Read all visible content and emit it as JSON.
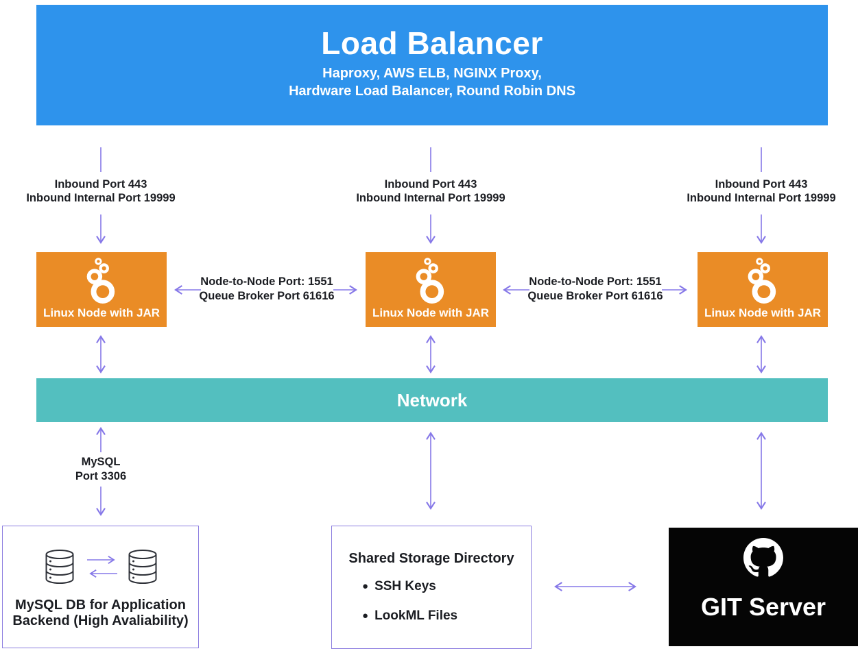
{
  "banner": {
    "title": "Load Balancer",
    "subtitle1": "Haproxy, AWS ELB, NGINX Proxy,",
    "subtitle2": "Hardware Load Balancer, Round Robin DNS"
  },
  "inbound": {
    "line1": "Inbound Port 443",
    "line2": "Inbound Internal Port 19999"
  },
  "node": {
    "label": "Linux Node with JAR"
  },
  "node_link": {
    "line1": "Node-to-Node Port: 1551",
    "line2": "Queue Broker Port 61616"
  },
  "network": {
    "label": "Network"
  },
  "mysql_link": {
    "line1": "MySQL",
    "line2": "Port 3306"
  },
  "mysql_box": {
    "line1": "MySQL DB for Application",
    "line2": "Backend (High Avaliability)"
  },
  "storage_box": {
    "title": "Shared Storage Directory",
    "bullet": "●",
    "items": [
      "SSH Keys",
      "LookML Files"
    ]
  },
  "git_box": {
    "label": "GIT Server"
  },
  "icons": {
    "node_icon": "looker-bubbles-icon",
    "git_icon": "github-octocat-icon",
    "db_icon": "database-cylinder-icon"
  },
  "colors": {
    "banner_blue": "#2E93EC",
    "node_orange": "#EA8C26",
    "network_teal": "#53BFBF",
    "arrow_purple": "#8678E8",
    "box_border_purple": "#8B7CDF",
    "git_black": "#050505",
    "text_dark": "#1B1D22"
  }
}
